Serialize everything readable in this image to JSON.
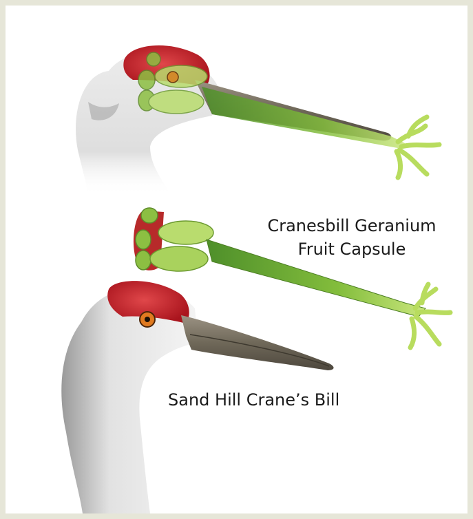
{
  "labels": {
    "geranium_line1": "Cranesbill Geranium",
    "geranium_line2": "Fruit Capsule",
    "crane_bill": "Sand Hill Crane’s Bill"
  },
  "colors": {
    "background_border": "#e6e6d8",
    "panel": "#ffffff",
    "crown_red": "#c8232a",
    "bill_grey": "#7b7466",
    "capsule_green": "#7fb43a",
    "capsule_light": "#b9dc6e",
    "feather_grey": "#d9d9d9"
  }
}
